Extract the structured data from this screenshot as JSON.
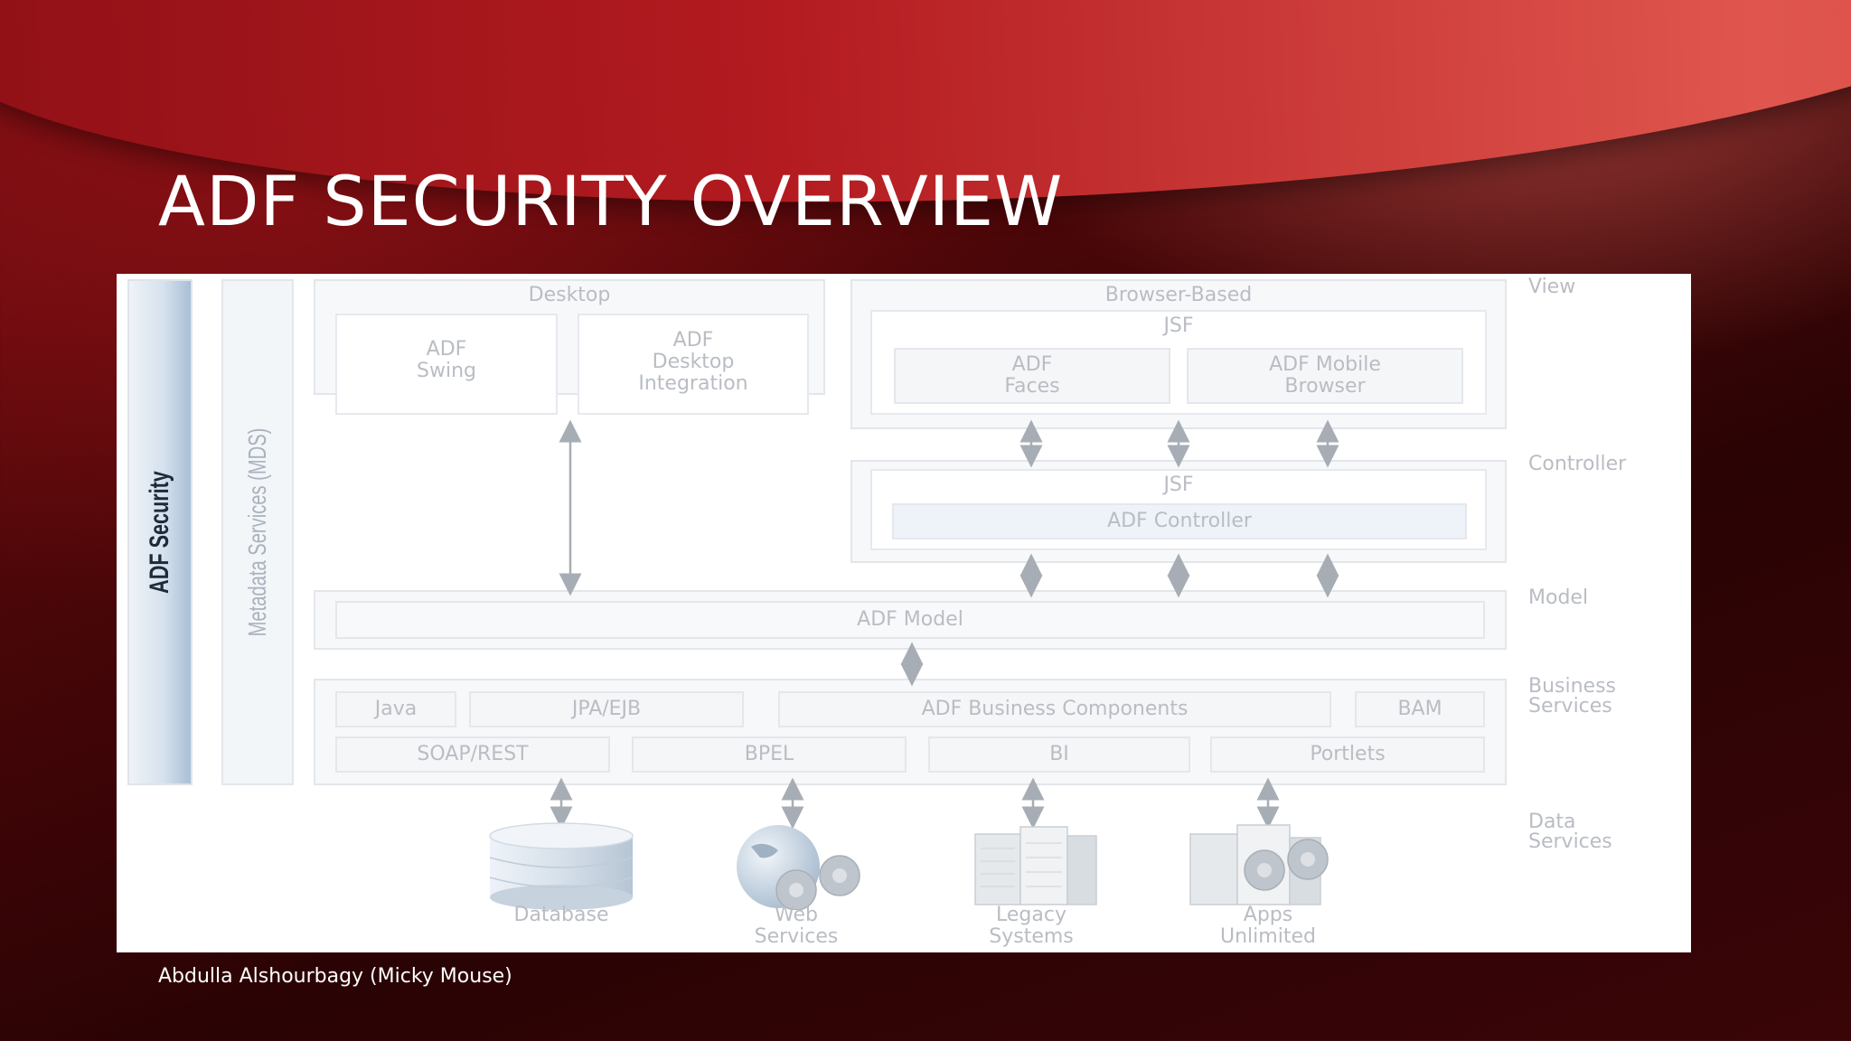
{
  "slide": {
    "title": "ADF SECURITY OVERVIEW",
    "footer": "Abdulla Alshourbagy (Micky Mouse)"
  },
  "diagram": {
    "security_bar": "ADF Security",
    "mds_bar": "Metadata Services (MDS)",
    "layers": {
      "view": "View",
      "controller": "Controller",
      "model": "Model",
      "business": "Business\nServices",
      "data": "Data\nServices"
    },
    "desktop": {
      "title": "Desktop",
      "swing": "ADF\nSwing",
      "desktop_integration": "ADF\nDesktop\nIntegration"
    },
    "browser": {
      "title": "Browser-Based",
      "jsf": "JSF",
      "faces": "ADF\nFaces",
      "mobile": "ADF Mobile\nBrowser"
    },
    "controller": {
      "jsf": "JSF",
      "adf_controller": "ADF Controller"
    },
    "model": {
      "adf_model": "ADF Model"
    },
    "business": {
      "row1": [
        "Java",
        "JPA/EJB",
        "ADF Business Components",
        "BAM"
      ],
      "row2": [
        "SOAP/REST",
        "BPEL",
        "BI",
        "Portlets"
      ]
    },
    "data": {
      "database": "Database",
      "web_services": "Web\nServices",
      "legacy": "Legacy\nSystems",
      "apps": "Apps\nUnlimited"
    }
  }
}
